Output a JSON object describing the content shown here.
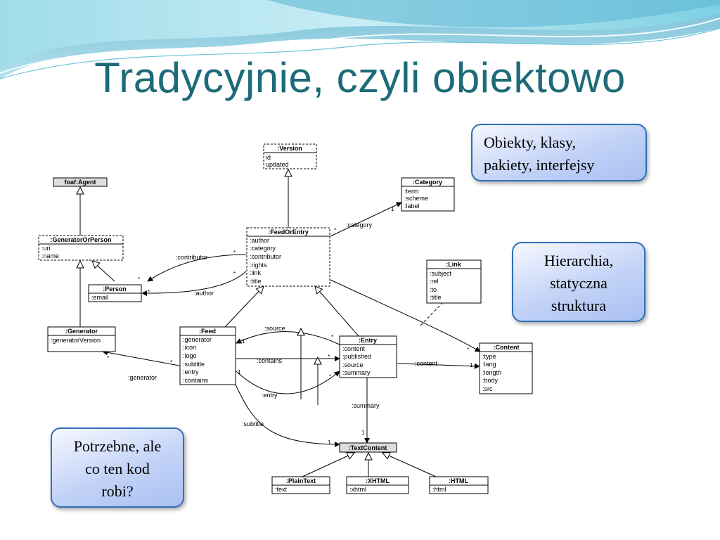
{
  "slide": {
    "title": "Tradycyjnie, czyli obiektowo",
    "callouts": [
      {
        "lines": [
          "Obiekty, klasy,",
          "pakiety, interfejsy"
        ]
      },
      {
        "lines": [
          "Hierarchia,",
          "statyczna",
          "struktura"
        ]
      },
      {
        "lines": [
          "Potrzebne, ale",
          "co ten kod",
          "robi?"
        ]
      }
    ]
  },
  "diagram": {
    "classes": {
      "version": {
        "name": ":Version",
        "attrs": [
          "id",
          "updated"
        ]
      },
      "foaf_agent": {
        "name": "foaf:Agent",
        "attrs": []
      },
      "category": {
        "name": ":Category",
        "attrs": [
          ":term",
          ":scheme",
          ":label"
        ]
      },
      "generator_or_person": {
        "name": ":GeneratorOrPerson",
        "attrs": [
          ":uri",
          ":name"
        ]
      },
      "feed_or_entry": {
        "name": ":FeedOrEntry",
        "attrs": [
          ":author",
          ":category",
          ":contributor",
          ":rights",
          ":link",
          ":title"
        ]
      },
      "link": {
        "name": ":Link",
        "attrs": [
          ":subject",
          ":rel",
          ":to",
          ":title"
        ]
      },
      "person": {
        "name": ":Person",
        "attrs": [
          ":email"
        ]
      },
      "generator": {
        "name": ":Generator",
        "attrs": [
          ":generatorVersion"
        ]
      },
      "feed": {
        "name": ":Feed",
        "attrs": [
          ":generator",
          ":icon",
          ":logo",
          ":subtitle",
          ":entry",
          ":contains"
        ]
      },
      "entry": {
        "name": ":Entry",
        "attrs": [
          ":content",
          ":published",
          ":source",
          ":summary"
        ]
      },
      "content": {
        "name": ":Content",
        "attrs": [
          ":type",
          ":lang",
          ":length",
          ":body",
          ":src"
        ]
      },
      "text_content": {
        "name": ":TextContent",
        "attrs": []
      },
      "plain_text": {
        "name": ":PlainText",
        "attrs": [
          ":text"
        ]
      },
      "xhtml": {
        "name": ":XHTML",
        "attrs": [
          ":xhtml"
        ]
      },
      "html": {
        "name": ":HTML",
        "attrs": [
          ":html"
        ]
      }
    },
    "relations": {
      "category": ":category",
      "contributor": ":contributor",
      "author": ":author",
      "source": ":source",
      "contains": ":contains",
      "entry": ":entry",
      "generator": ":generator",
      "content": ":content",
      "summary": ":summary",
      "subtitle": ":subtitle"
    },
    "multiplicities": {
      "star": "*",
      "one": "1"
    }
  }
}
